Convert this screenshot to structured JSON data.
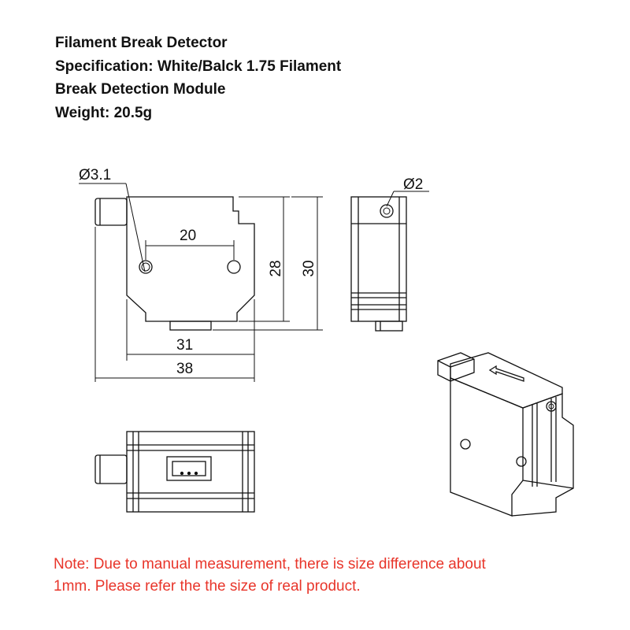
{
  "specs": {
    "title": "Filament Break Detector",
    "specification": "Specification: White/Balck 1.75 Filament",
    "specification_cont": "Break Detection Module",
    "weight": "Weight: 20.5g"
  },
  "dimensions": {
    "hole_diameter": "Ø3.1",
    "side_hole_diameter": "Ø2",
    "hole_spacing": "20",
    "inner_height": "28",
    "total_height": "30",
    "body_width": "31",
    "total_width": "38"
  },
  "note": {
    "line1": "Note: Due to manual measurement, there is size difference about",
    "line2": "1mm. Please refer the the size of real product."
  },
  "colors": {
    "note_text": "#e8352a",
    "line": "#111111"
  }
}
